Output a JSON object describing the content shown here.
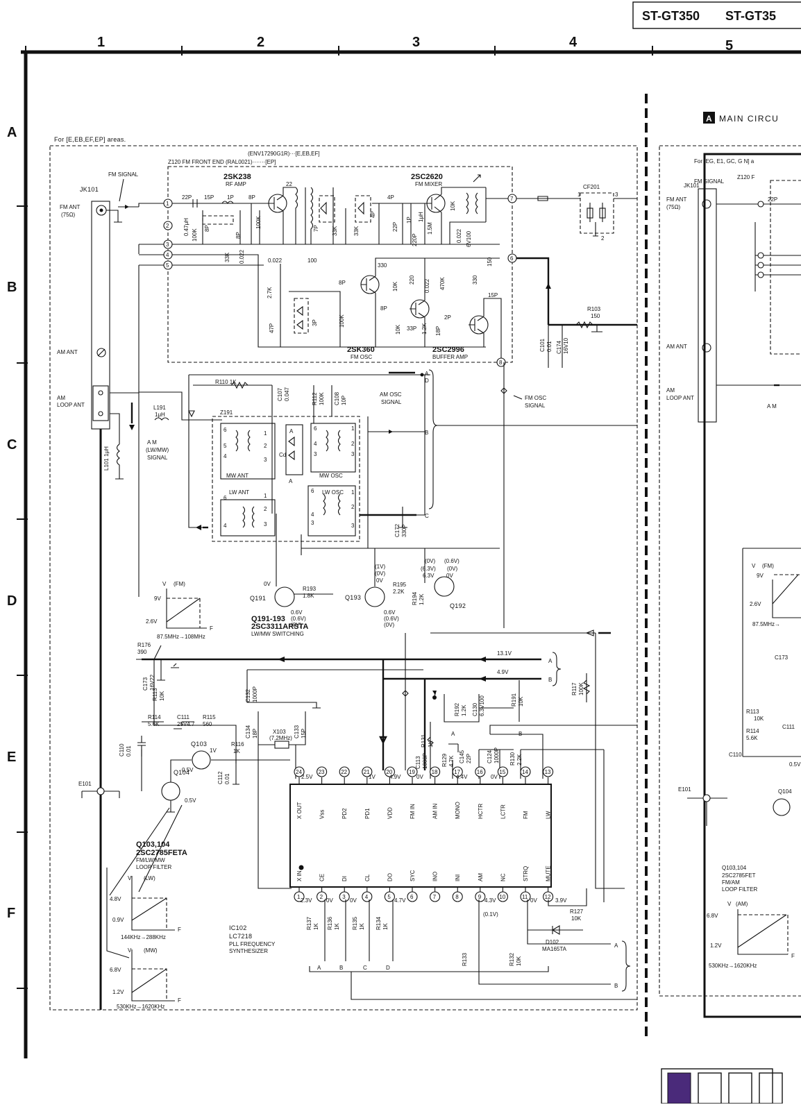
{
  "header": {
    "models": [
      "ST-GT350",
      "ST-GT35"
    ]
  },
  "grid": {
    "columns": [
      "1",
      "2",
      "3",
      "4",
      "5"
    ],
    "rows": [
      "A",
      "B",
      "C",
      "D",
      "E",
      "F"
    ]
  },
  "right_panel": {
    "badge": "A",
    "title": "MAIN CIRCU",
    "area_note": "For [EG, E1, GC, G N] a",
    "z120": "Z120 F"
  },
  "areas_note": "For [E,EB,EF,EP] areas.",
  "frontend": {
    "line1": "(ENV17290G1R)···[E,EB,EF]",
    "line2": "Z120 FM FRONT END (RAL0021)·······[EP]",
    "rf_amp_part": "2SK238",
    "rf_amp": "RF AMP",
    "mixer_part": "2SC2620",
    "mixer": "FM MIXER",
    "osc_part": "2SK360",
    "osc": "FM OSC",
    "buf_part": "2SC2996",
    "buf": "BUFFER AMP"
  },
  "jack": {
    "ref": "JK101",
    "fm_ant": "FM ANT",
    "fm_ohm": "(75Ω)",
    "fm_signal": "FM SIGNAL",
    "am_ant": "AM ANT",
    "am_loop_1": "AM",
    "am_loop_2": "LOOP ANT"
  },
  "cf": {
    "ref": "CF201"
  },
  "r103": {
    "ref": "R103",
    "val": "150"
  },
  "c101": {
    "ref": "C101",
    "val": "0.01"
  },
  "c174": {
    "ref": "C174",
    "val": "16V10"
  },
  "am": {
    "r110": "R110 1K",
    "l191_ref": "L191",
    "l191_val": "1μH",
    "sig1": "A M",
    "sig2": "(LW/MW)",
    "sig3": "SIGNAL",
    "l101": "L101 1μH",
    "z191": "Z191",
    "mw_ant": "MW ANT",
    "lw_ant": "LW ANT",
    "mw_osc": "MW OSC",
    "lw_osc": "LW OSC",
    "c107_ref": "C107",
    "c107_val": "0.047",
    "r112_ref": "R112",
    "r112_val": "100K",
    "c108_ref": "C108",
    "c108_val": "10P",
    "am_osc_1": "AM OSC",
    "am_osc_2": "SIGNAL",
    "fm_osc_1": "FM OSC",
    "fm_osc_2": "SIGNAL",
    "c172_ref": "C172",
    "c172_val": "330P"
  },
  "switching": {
    "q191": "Q191",
    "q192": "Q192",
    "q193": "Q193",
    "r193": "R193",
    "r193_val": "1.8K",
    "r195": "R195",
    "r195_val": "2.2K",
    "r194": "R194",
    "r194_val": "1.2K",
    "part_line1": "Q191-193",
    "part_line2": "2SC3311ARSTA",
    "part_line3": "LW/MW SWITCHING",
    "v_1v": "(1V)",
    "v_0v_p": "(0V)",
    "v_0v": "0V",
    "v_63": "(6.3V)",
    "v_63b": "6.3V",
    "v_06": "(0.6V)",
    "v_06b": "0.6V"
  },
  "graphs": {
    "fm_v": "V",
    "fm_title": "(FM)",
    "fm_y1": "9V",
    "fm_y2": "2.6V",
    "fm_x": "87.5MHz→108MHz",
    "f": "F",
    "lw_title": "(LW)",
    "lw_y1": "4.8V",
    "lw_y2": "0.9V",
    "lw_x": "144KHz→288KHz",
    "mw_title": "(MW)",
    "mw_y1": "6.8V",
    "mw_y2": "1.2V",
    "mw_x": "530KHz→1620KHz",
    "am_title": "(AM)",
    "am_y1": "6.8V",
    "am_y2": "1.2V",
    "am_x": "530KHz→1620KHz",
    "rfm_y1": "9V",
    "rfm_y2": "2.6V",
    "rfm_x": "87.5MHz→"
  },
  "power": {
    "r176": "R176",
    "r176_val": "390",
    "c173": "C173",
    "c173_val": "16V22",
    "v131": "13.1V",
    "v49": "4.9V",
    "c132": "C132",
    "c132_val": "1000P",
    "c134": "C134",
    "c134_val": "18P",
    "c133": "C133",
    "c133_val": "15P",
    "x103": "X103",
    "x103_val": "(7.2MHz)",
    "r192": "R192",
    "r192_val": "1.2K",
    "c130": "C130",
    "c130_val": "6.3V100",
    "r191": "R191",
    "r191_val": "10K",
    "r117": "R117",
    "r117_val": "100K",
    "r131": "R131",
    "r131_val": "1K",
    "c113": "C113",
    "c113_val": "1000P",
    "r129": "R129",
    "r129_val": "4.7K",
    "c145": "C145",
    "c145_val": "22P",
    "c124": "C124",
    "c124_val": "1000P",
    "r130": "R130",
    "r130_val": "2.2K"
  },
  "loop": {
    "r113": "R113",
    "r113_val": "10K",
    "r114": "R114",
    "r114_val": "5.6K",
    "c111": "C111",
    "c111_val": "25V4.7",
    "r115": "R115",
    "r115_val": "560",
    "r116": "R116",
    "r116_val": "1K",
    "q103": "Q103",
    "q104": "Q104",
    "c110": "C110",
    "c110_val": "0.01",
    "c112": "C112",
    "c112_val": "0.01",
    "e101": "E101",
    "v1": "1V",
    "v05": "0.5V",
    "part1": "Q103,104",
    "part2": "2SC2785FETA",
    "part3": "FM/LW/MW",
    "part4": "LOOP FILTER",
    "rpart2": "2SC2785FET",
    "rpart3": "FM/AM"
  },
  "ic": {
    "ref": "IC102",
    "part": "LC7218",
    "desc1": "PLL FREQUENCY",
    "desc2": "SYNTHESIZER",
    "top_pins": [
      {
        "n": "24",
        "name": "X OUT"
      },
      {
        "n": "23",
        "name": "Vss"
      },
      {
        "n": "22",
        "name": "PD2"
      },
      {
        "n": "21",
        "name": "PD1"
      },
      {
        "n": "20",
        "name": "VDD"
      },
      {
        "n": "19",
        "name": "FM IN"
      },
      {
        "n": "18",
        "name": "AM IN"
      },
      {
        "n": "17",
        "name": "MONO"
      },
      {
        "n": "16",
        "name": "HCTR"
      },
      {
        "n": "15",
        "name": "LCTR"
      },
      {
        "n": "14",
        "name": "FM"
      },
      {
        "n": "13",
        "name": "LW"
      }
    ],
    "bottom_pins": [
      {
        "n": "1",
        "name": "X IN"
      },
      {
        "n": "2",
        "name": "CE"
      },
      {
        "n": "3",
        "name": "DI"
      },
      {
        "n": "4",
        "name": "CL"
      },
      {
        "n": "5",
        "name": "DO"
      },
      {
        "n": "6",
        "name": "SYC"
      },
      {
        "n": "7",
        "name": "INO"
      },
      {
        "n": "8",
        "name": "INI"
      },
      {
        "n": "9",
        "name": "AM"
      },
      {
        "n": "10",
        "name": "NC"
      },
      {
        "n": "11",
        "name": "STRQ"
      },
      {
        "n": "12",
        "name": "MUTE"
      }
    ],
    "v_top": [
      "2.5V",
      "1V",
      "4.9V",
      "0V",
      "4.4V",
      "0V"
    ],
    "v_bot": [
      "2.3V",
      "0V",
      "0V",
      "4.7V",
      "4.3V",
      "(0.1V)",
      "0V",
      "3.9V"
    ],
    "r137": "R137",
    "r137_val": "1K",
    "r136": "R136",
    "r136_val": "1K",
    "r135": "R135",
    "r135_val": "1K",
    "r134": "R134",
    "r134_val": "1K",
    "r133": "R133",
    "r132": "R132",
    "r132_val": "10K",
    "r127": "R127",
    "r127_val": "10K",
    "d102": "D102",
    "d102_val": "MA165TA",
    "bus_letters": [
      "A",
      "B",
      "C",
      "D"
    ]
  },
  "bus": {
    "a": "A",
    "b": "B",
    "c": "C",
    "d": "D"
  }
}
